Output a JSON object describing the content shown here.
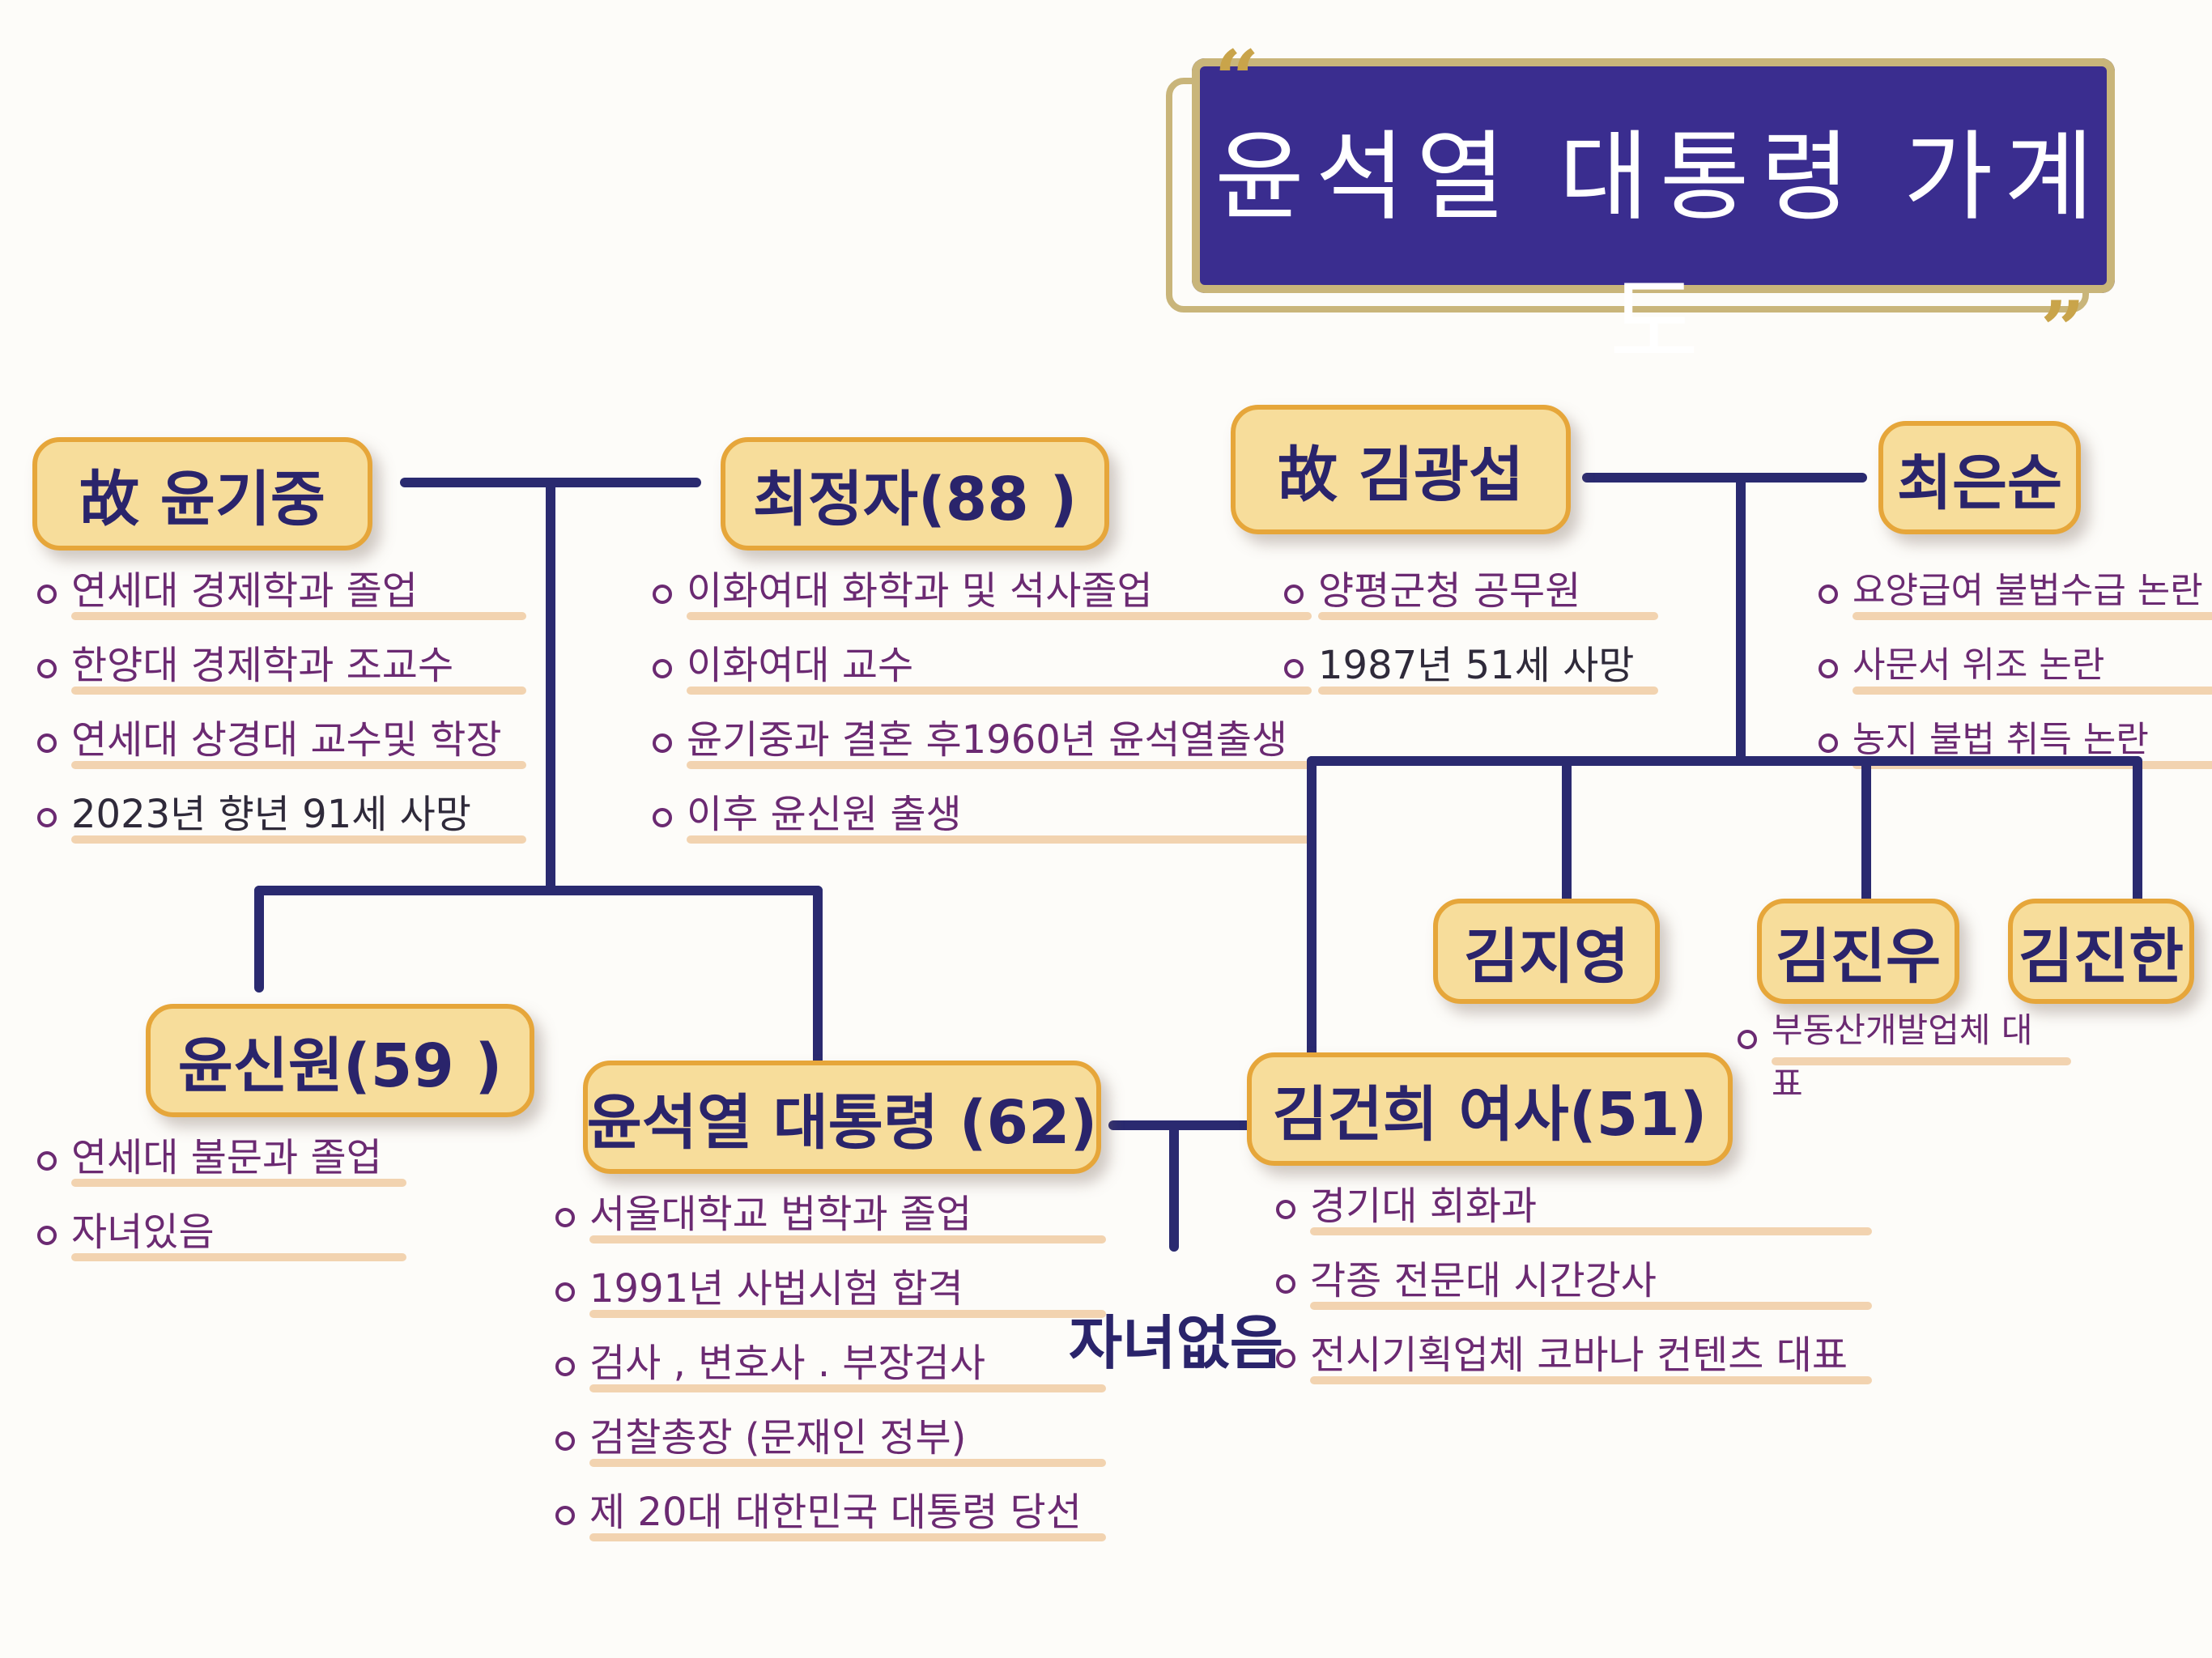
{
  "title": "윤석열 대통령 가계도",
  "quotes": {
    "open": "“",
    "close": "”"
  },
  "nodes": {
    "yoon_gijung": "故 윤기중",
    "choi_jeongja": "최정자(88 )",
    "kim_gwangseop": "故 김광섭",
    "choi_eunsun": "최은순",
    "yoon_sinwon": "윤신원(59 )",
    "yoon_sukyeol": "윤석열 대통령 (62)",
    "kim_geonhee": "김건희 여사(51)",
    "kim_jiyeong": "김지영",
    "kim_jinwoo": "김진우",
    "kim_jinhan": "김진한"
  },
  "details": {
    "yoon_gijung": [
      "연세대 경제학과 졸업",
      "한양대 경제학과 조교수",
      "연세대 상경대 교수및 학장",
      "2023년 향년 91세 사망"
    ],
    "choi_jeongja": [
      "이화여대 화학과 및 석사졸업",
      "이화여대 교수",
      "윤기중과 결혼 후1960년 윤석열출생",
      "이후 윤신원 출생"
    ],
    "kim_gwangseop": [
      "양평군청 공무원",
      "1987년 51세 사망"
    ],
    "choi_eunsun": [
      "요양급여 불법수급 논란",
      "사문서 위조 논란",
      "농지 불법 취득 논란"
    ],
    "yoon_sinwon": [
      "연세대 불문과 졸업",
      "자녀있음"
    ],
    "yoon_sukyeol": [
      "서울대학교 법학과 졸업",
      "1991년 사법시험 합격",
      "검사 , 변호사 . 부장검사",
      "검찰총장 (문재인 정부)",
      "제 20대 대한민국 대통령 당선"
    ],
    "kim_geonhee": [
      "경기대 회화과",
      "각종 전문대 시간강사",
      "전시기획업체 코바나 컨텐츠 대표"
    ],
    "kim_jinwoo": [
      "부동산개발업체 대표"
    ]
  },
  "no_children_label": "자녀없음",
  "colors": {
    "title_bg": "#3a2d8f",
    "title_frame": "#c9b57a",
    "node_fill": "#f7dd9b",
    "node_border": "#e6a63a",
    "line": "#2a2a70",
    "bullet_text": "#6b2a72"
  }
}
